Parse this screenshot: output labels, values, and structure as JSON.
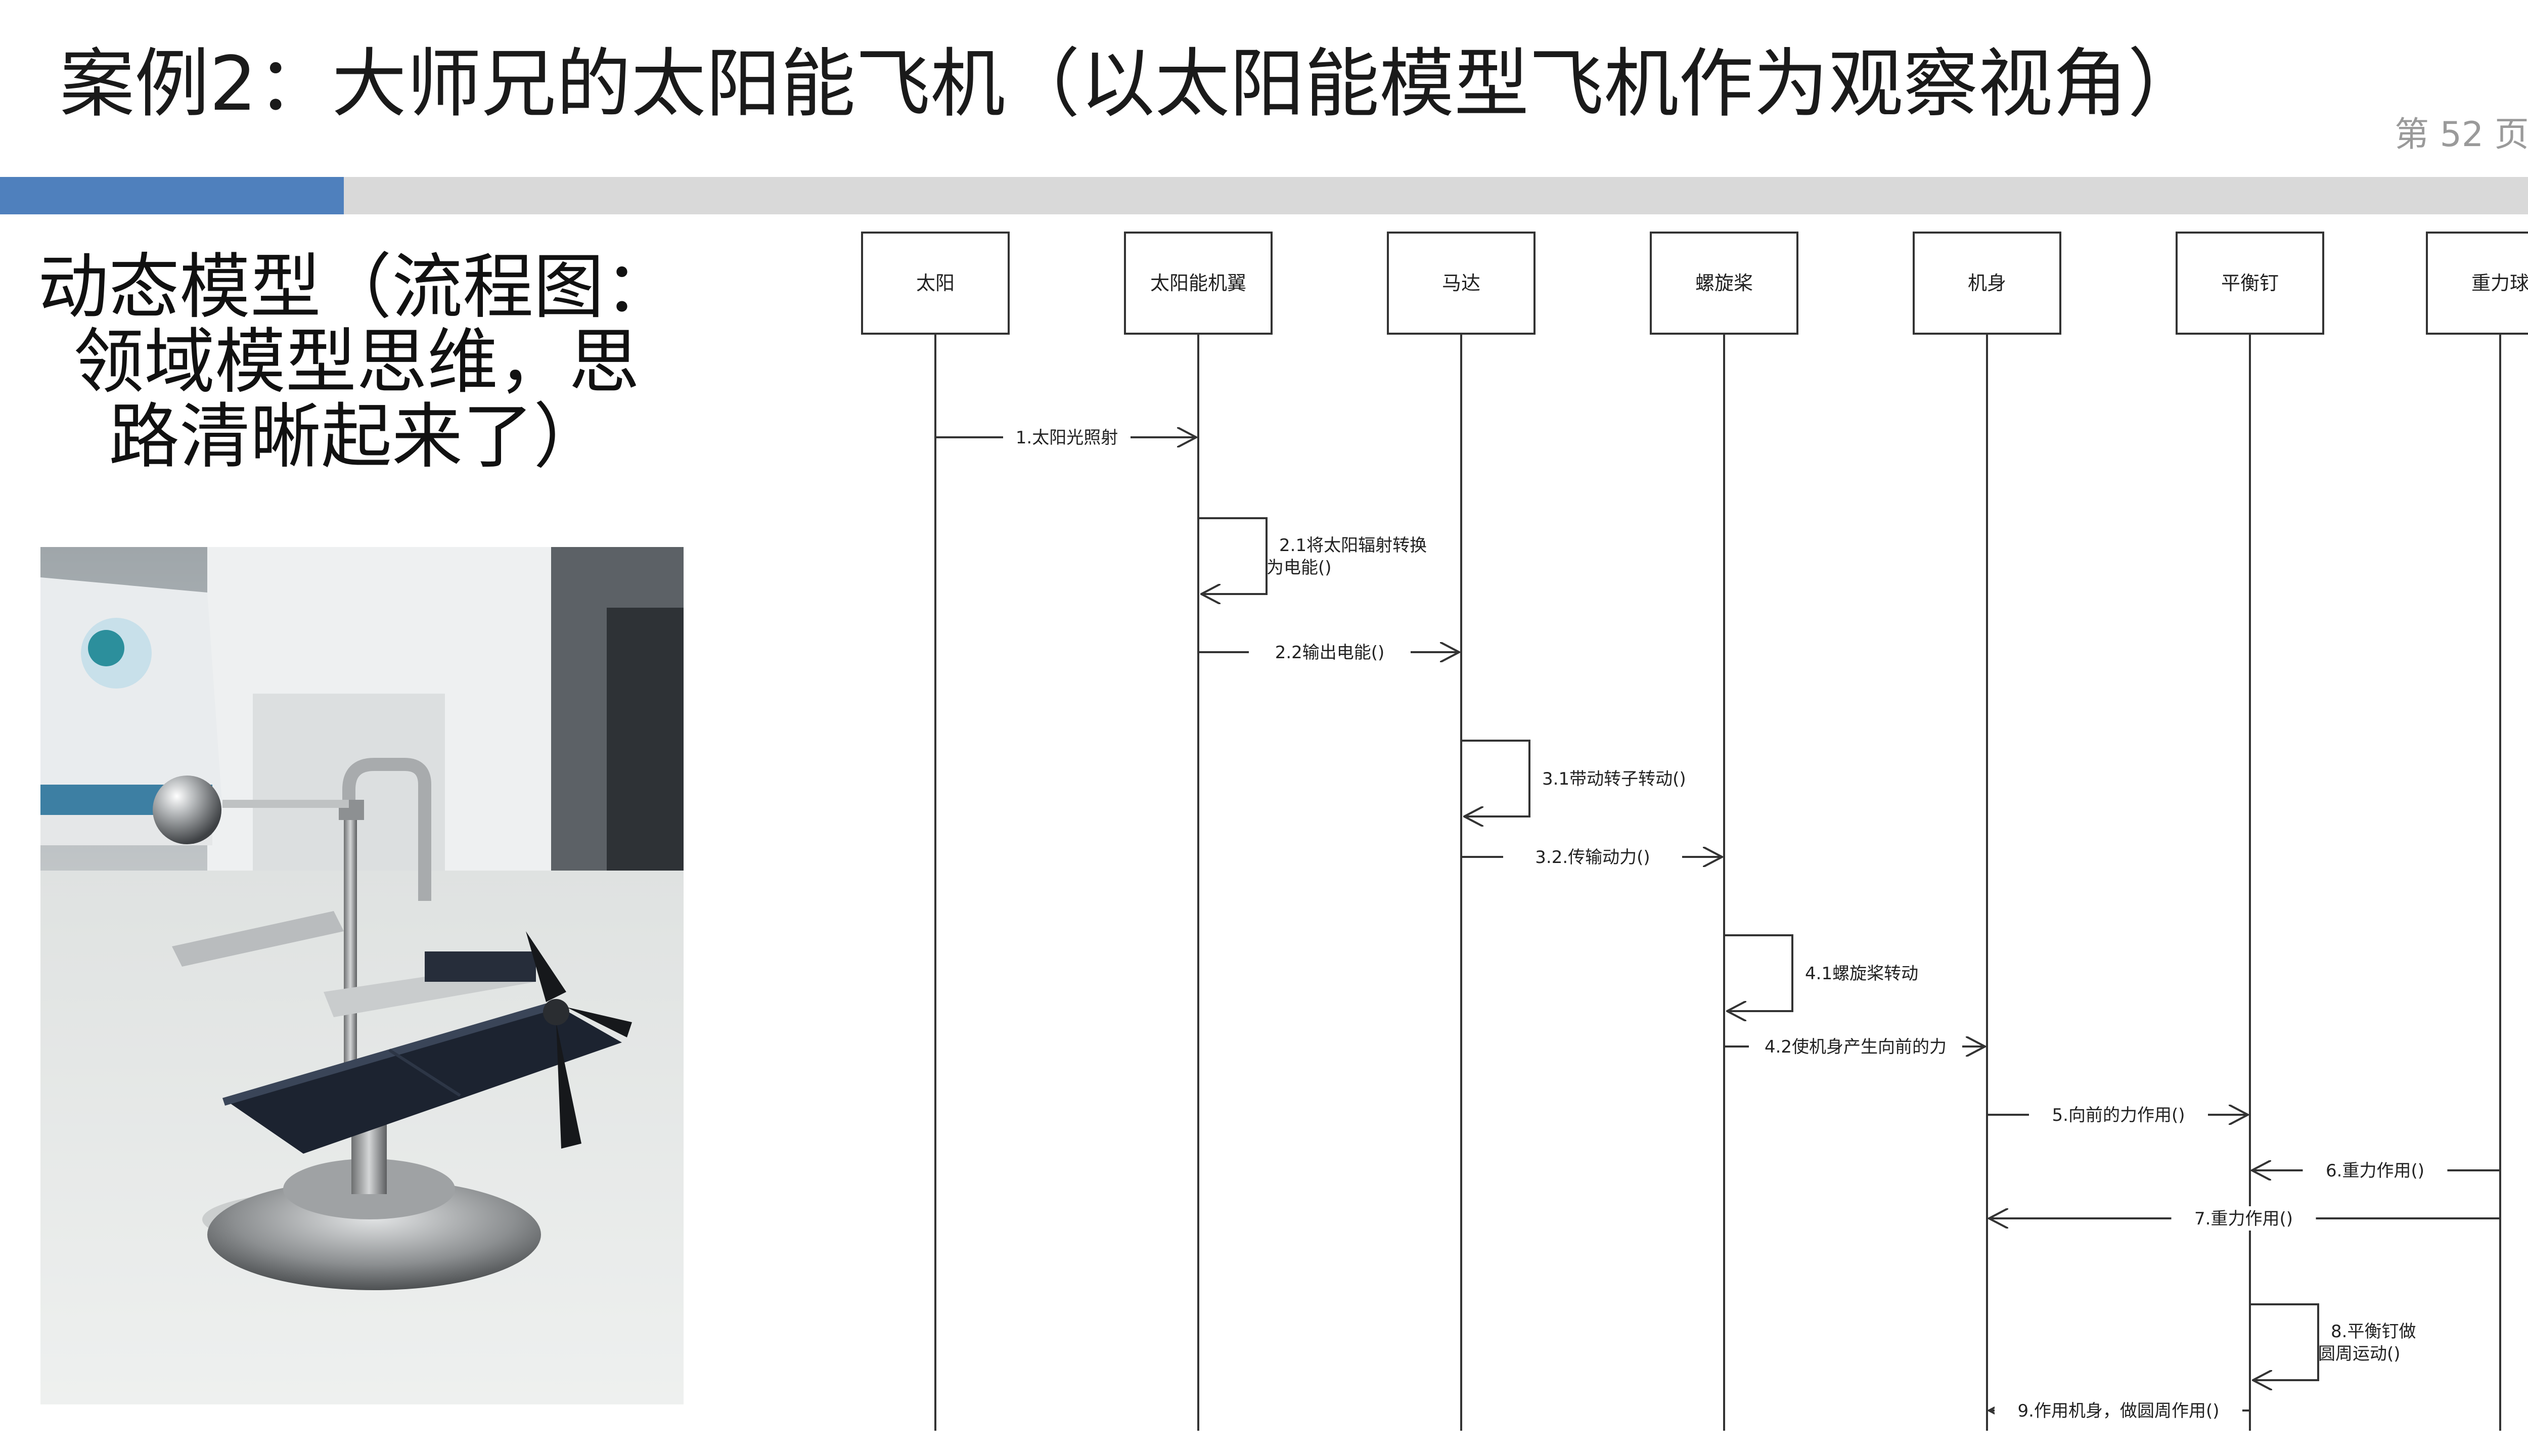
{
  "slide": {
    "title": "案例2：大师兄的太阳能飞机（以太阳能模型飞机作为观察视角）",
    "page_label": "第 52 页",
    "subtitle_lines": [
      "动态模型（流程图：",
      "领域模型思维，思",
      "路清晰起来了）"
    ]
  },
  "colors": {
    "accent": "#4f80bd",
    "bar": "#d9d9d9",
    "line": "#333333"
  },
  "sequence": {
    "lifelines": [
      {
        "id": "sun",
        "label": "太阳"
      },
      {
        "id": "wing",
        "label": "太阳能机翼"
      },
      {
        "id": "motor",
        "label": "马达"
      },
      {
        "id": "propeller",
        "label": "螺旋桨"
      },
      {
        "id": "body",
        "label": "机身"
      },
      {
        "id": "nail",
        "label": "平衡钉"
      },
      {
        "id": "ball",
        "label": "重力球"
      }
    ],
    "messages": [
      {
        "from": 0,
        "to": 1,
        "label": [
          "1.太阳光照射"
        ]
      },
      {
        "from": 1,
        "to": 1,
        "label": [
          "2.1将太阳辐射转换",
          "为电能()"
        ]
      },
      {
        "from": 1,
        "to": 2,
        "label": [
          "2.2输出电能()"
        ]
      },
      {
        "from": 2,
        "to": 2,
        "label": [
          "3.1带动转子转动()"
        ]
      },
      {
        "from": 2,
        "to": 3,
        "label": [
          "3.2.传输动力()"
        ]
      },
      {
        "from": 3,
        "to": 3,
        "label": [
          "4.1螺旋桨转动"
        ]
      },
      {
        "from": 3,
        "to": 4,
        "label": [
          "4.2使机身产生向前的力"
        ]
      },
      {
        "from": 4,
        "to": 5,
        "label": [
          "5.向前的力作用()"
        ]
      },
      {
        "from": 6,
        "to": 5,
        "label": [
          "6.重力作用()"
        ]
      },
      {
        "from": 6,
        "to": 4,
        "label": [
          "7.重力作用()"
        ]
      },
      {
        "from": 5,
        "to": 5,
        "label": [
          "8.平衡钉做",
          "圆周运动()"
        ]
      },
      {
        "from": 5,
        "to": 4,
        "label": [
          "9.作用机身，做圆周作用()"
        ]
      }
    ]
  }
}
